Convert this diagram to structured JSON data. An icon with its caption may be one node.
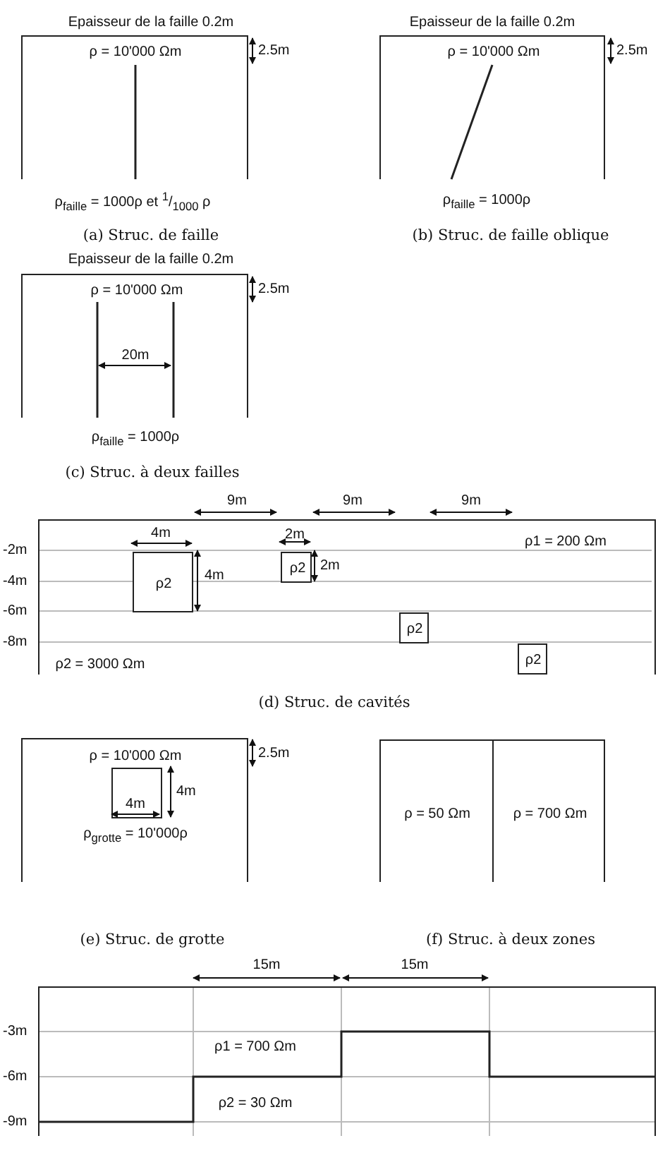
{
  "diagram": {
    "nodes": [
      {
        "text": [
          "ρ = 10'000 Ωm"
        ]
      },
      {
        "text": [
          "ρ = 10'000 Ωm"
        ]
      },
      {
        "text": [
          "ρ = 10'000 Ωm"
        ]
      },
      {
        "text": [
          "ρ1 = 200 Ωm",
          "ρ2 = 3000 Ωm"
        ]
      },
      {
        "text": [
          "ρ2"
        ],
        "in": 3
      },
      {
        "text": [
          "ρ2"
        ],
        "in": 3
      },
      {
        "text": [
          "ρ2"
        ],
        "in": 3
      },
      {
        "text": [
          "ρ2"
        ],
        "in": 3
      },
      {
        "text": [
          "ρ = 10'000 Ωm",
          "ρ$_{grotte}$ = 10'000ρ"
        ]
      },
      {
        "text": [],
        "shape": "box",
        "in": 8
      },
      {
        "text": [
          "ρ = 50 Ωm"
        ]
      },
      {
        "text": [
          "ρ = 700 Ωm"
        ]
      },
      {
        "text": [
          "ρ1 = 700 Ωm",
          "ρ2 = 30 Ωm"
        ]
      }
    ],
    "edges": [],
    "labels": [
      "Epaisseur de la faille 0.2m",
      "Epaisseur de la faille 0.2m",
      "2.5m",
      "2.5m",
      "ρ$_{faille}$ = 1000ρ et $^{1}$/$_{1000}$ ρ",
      "ρ$_{faille}$ = 1000ρ",
      "(a) Struc. de faille",
      "(b) Struc. de faille oblique",
      "Epaisseur de la faille 0.2m",
      "2.5m",
      "20m",
      "ρ$_{faille}$ = 1000ρ",
      "(c) Struc. à deux failles",
      "9m",
      "9m",
      "9m",
      "-2m",
      "4m",
      "2m",
      "4m",
      "2m",
      "-4m",
      "-6m",
      "-8m",
      "(d) Struc. de cavités",
      "2.5m",
      "4m",
      "4m",
      "(e) Struc. de grotte",
      "(f) Struc. à deux zones",
      "15m",
      "15m",
      "-3m",
      "-6m",
      "-9m"
    ]
  }
}
